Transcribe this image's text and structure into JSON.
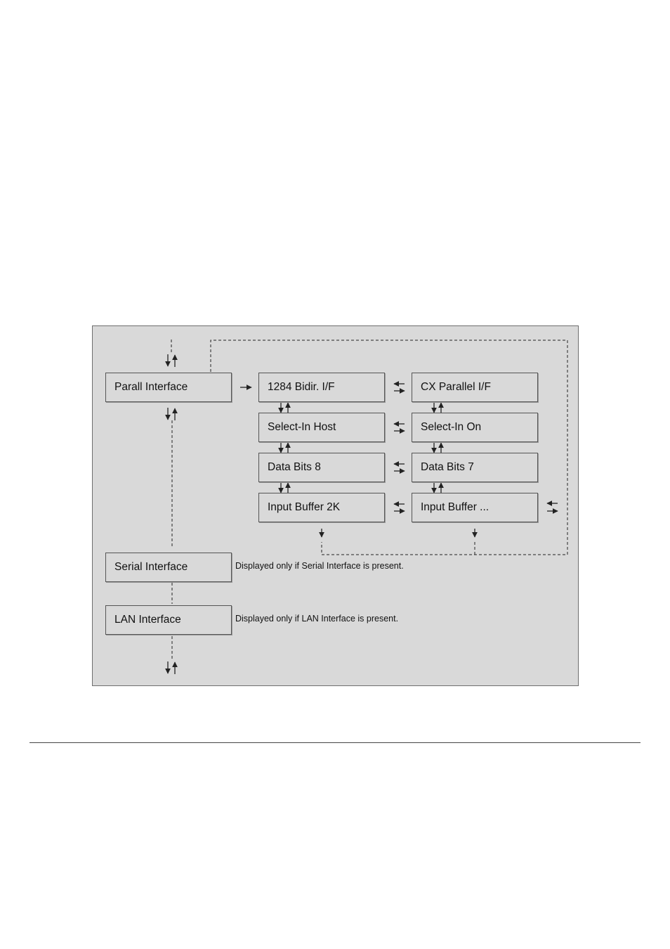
{
  "colors": {
    "panel_background": "#d9d9d9",
    "box_border": "#555555",
    "line": "#222222"
  },
  "menu": {
    "parallel": {
      "label": "Parall Interface",
      "column_a": [
        {
          "label": "1284 Bidir. I/F"
        },
        {
          "label": "Select-In Host"
        },
        {
          "label": "Data Bits 8"
        },
        {
          "label": "Input Buffer 2K"
        }
      ],
      "column_b": [
        {
          "label": "CX Parallel I/F"
        },
        {
          "label": "Select-In On"
        },
        {
          "label": "Data Bits 7"
        },
        {
          "label": "Input Buffer ..."
        }
      ]
    },
    "serial": {
      "label": "Serial Interface",
      "note": "Displayed only if Serial Interface is present."
    },
    "lan": {
      "label": "LAN Interface",
      "note": "Displayed only if LAN Interface is present."
    }
  }
}
